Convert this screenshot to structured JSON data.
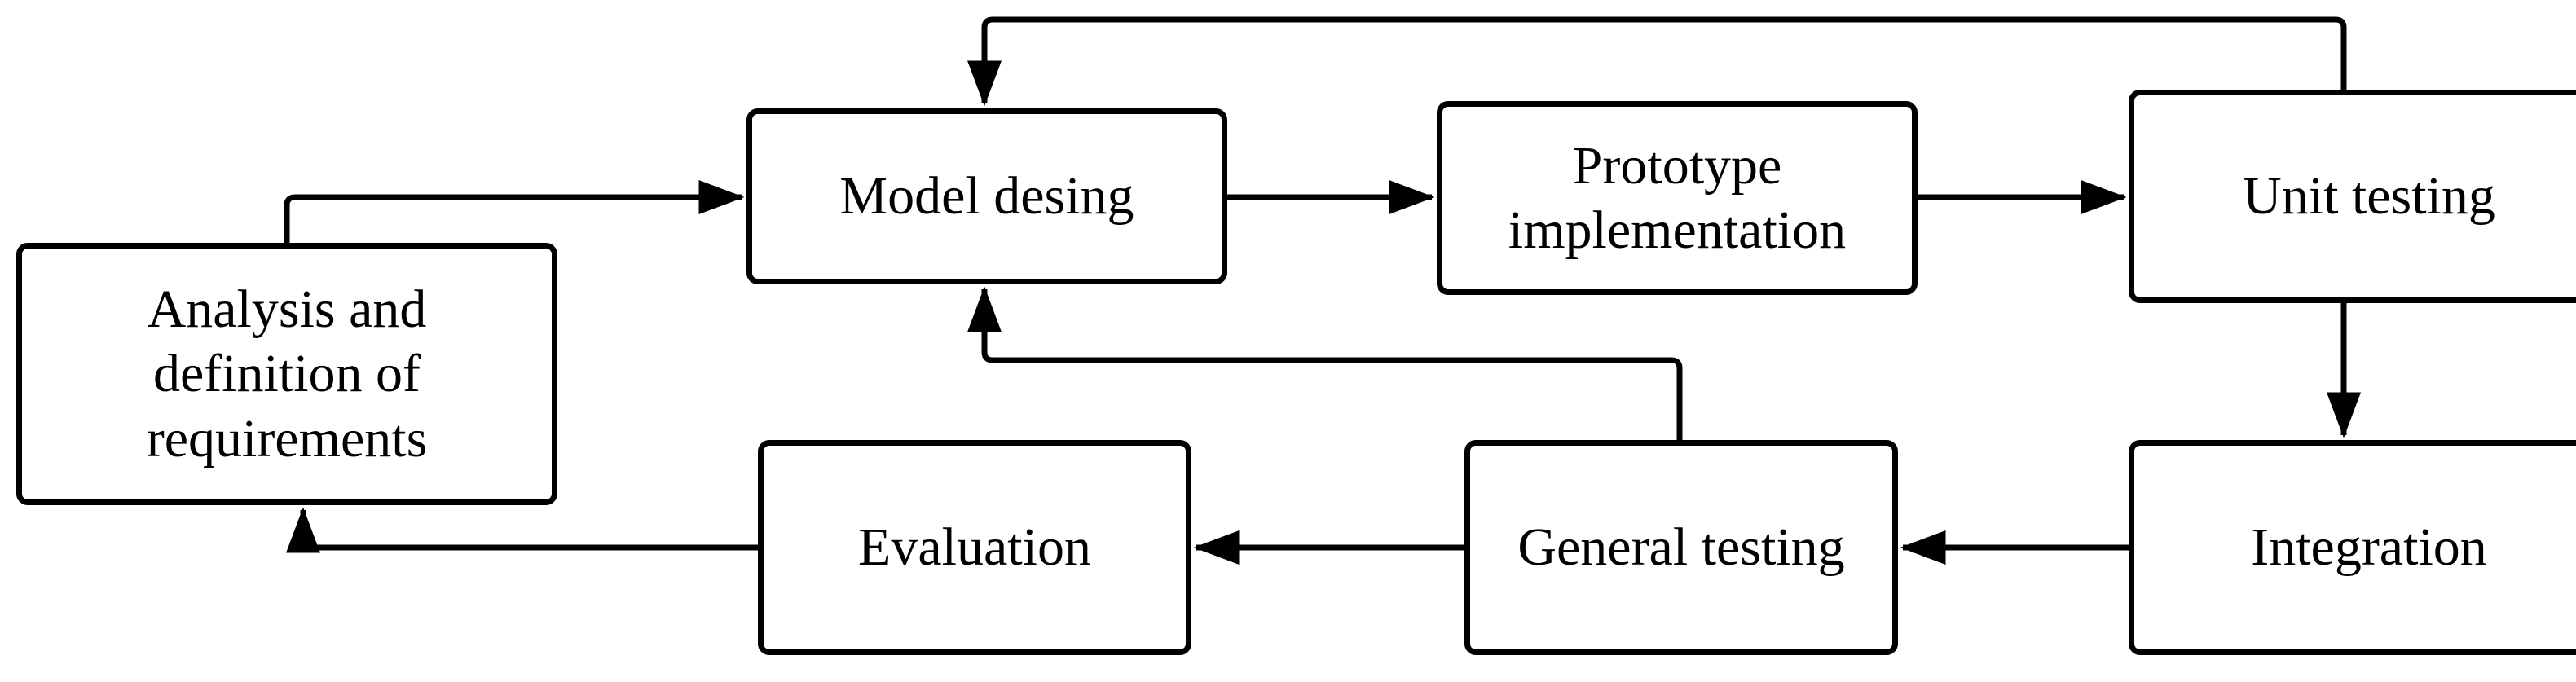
{
  "nodes": {
    "analysis": "Analysis and\ndefinition of\nrequirements",
    "model_design": "Model desing",
    "prototype": "Prototype\nimplementation",
    "unit_testing": "Unit testing",
    "integration": "Integration",
    "general_testing": "General testing",
    "evaluation": "Evaluation"
  },
  "edges": [
    {
      "from": "analysis",
      "to": "model_design"
    },
    {
      "from": "model_design",
      "to": "prototype"
    },
    {
      "from": "prototype",
      "to": "unit_testing"
    },
    {
      "from": "unit_testing",
      "to": "model_design"
    },
    {
      "from": "unit_testing",
      "to": "integration"
    },
    {
      "from": "integration",
      "to": "general_testing"
    },
    {
      "from": "general_testing",
      "to": "model_design"
    },
    {
      "from": "general_testing",
      "to": "evaluation"
    },
    {
      "from": "evaluation",
      "to": "analysis"
    }
  ],
  "colors": {
    "stroke": "#000000",
    "background": "#ffffff"
  }
}
